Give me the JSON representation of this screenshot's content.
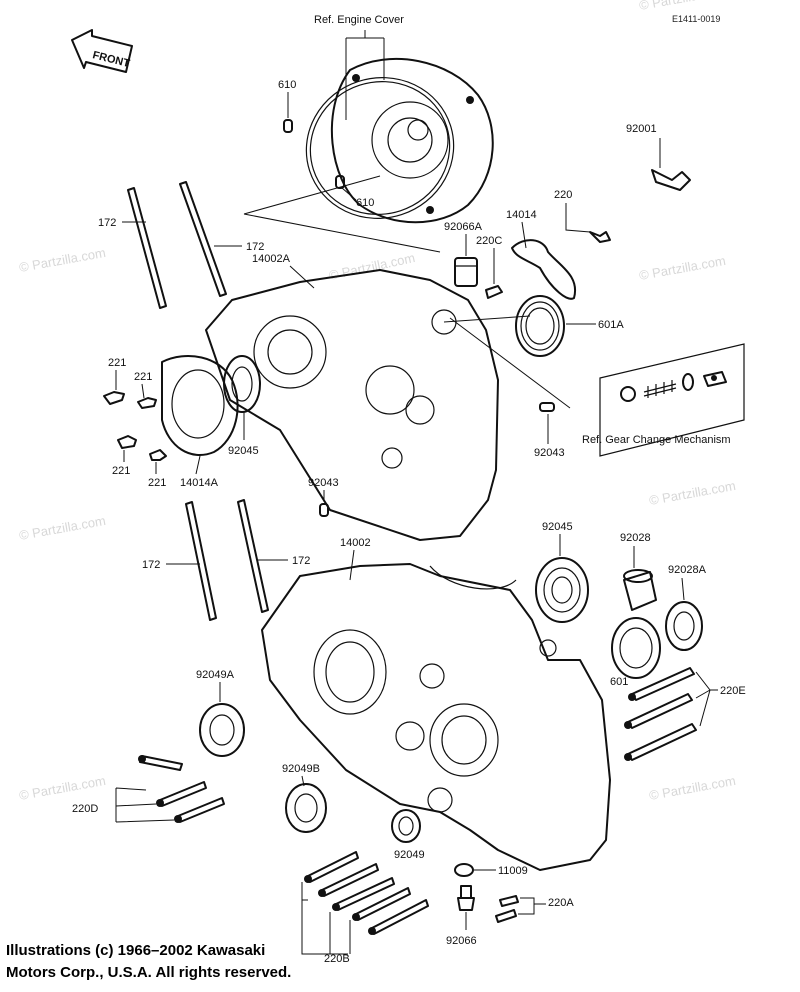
{
  "header": {
    "ref_engine_cover": "Ref. Engine Cover",
    "drawing_code": "E1411-0019",
    "front_arrow": "FRONT"
  },
  "watermark": "© Partzilla.com",
  "labels": {
    "p610a": "610",
    "p610b": "610",
    "p92001": "92001",
    "p220": "220",
    "p14014": "14014",
    "p92066A": "92066A",
    "p220C": "220C",
    "p14002A": "14002A",
    "p172a": "172",
    "p172b": "172",
    "p601A": "601A",
    "p221a": "221",
    "p221b": "221",
    "p221c": "221",
    "p221d": "221",
    "p92045a": "92045",
    "p14014A": "14014A",
    "p92043a": "92043",
    "p92043b": "92043",
    "p172c": "172",
    "p172d": "172",
    "p14002": "14002",
    "p92045b": "92045",
    "p92028": "92028",
    "p92028A": "92028A",
    "p601": "601",
    "p220E": "220E",
    "p92049A": "92049A",
    "p92049B": "92049B",
    "p220D": "220D",
    "p92049": "92049",
    "p11009": "11009",
    "p220A": "220A",
    "p220B": "220B",
    "p92066": "92066"
  },
  "ref_gear_change": "Ref.  Gear Change Mechanism",
  "copyright": {
    "line1": "Illustrations (c) 1966–2002 Kawasaki",
    "line2": "Motors Corp., U.S.A.  All rights reserved."
  }
}
